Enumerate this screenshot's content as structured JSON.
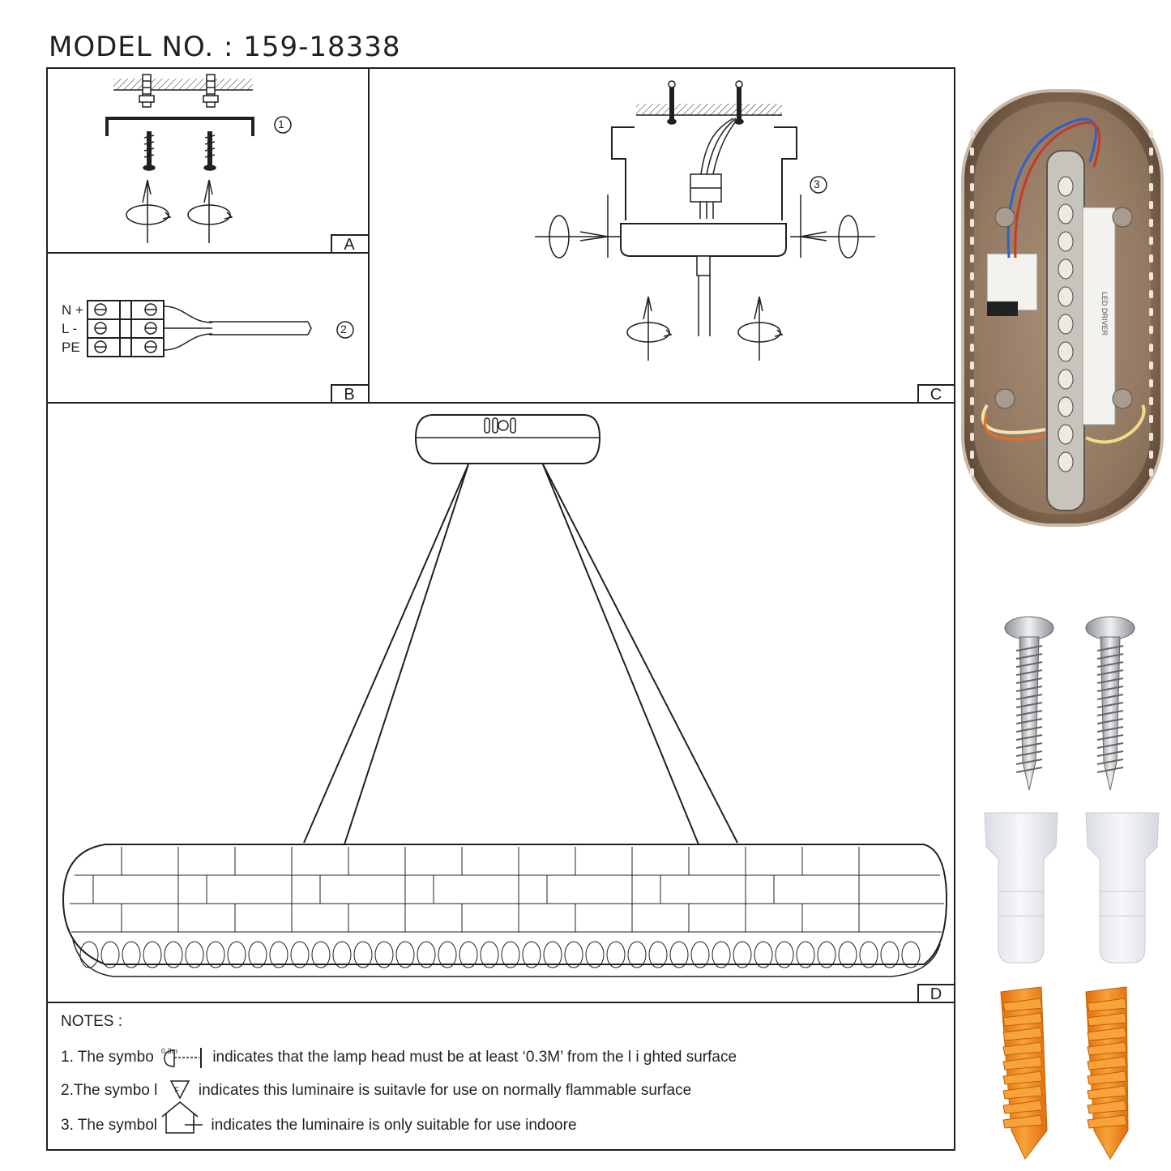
{
  "title": "MODEL NO. : 159-18338",
  "panels": {
    "a": {
      "label": "A",
      "step": "1"
    },
    "b": {
      "label": "B",
      "step": "2",
      "terminals": [
        "N +",
        "L -",
        "PE"
      ]
    },
    "c": {
      "label": "C",
      "step": "3"
    },
    "d": {
      "label": "D"
    }
  },
  "notes": {
    "heading": "NOTES :",
    "note1_start": "1. The symbo",
    "note1_symbol": "0.3m",
    "note1_end": "indicates that the lamp head must be at least ‘0.3M’ from the l i ghted surface",
    "note2_start": "2.The symbo l",
    "note2_symbol": "F",
    "note2_end": "indicates this luminaire is suitavle for use on normally flammable surface",
    "note3_start": "3. The symbol",
    "note3_end": "indicates the luminaire is only suitable for use indoore"
  },
  "driver_label": "LED DRIVER",
  "colors": {
    "line": "#231f20",
    "orange_anchor": "#f08a1c",
    "metal": "#b8bcc0",
    "base_brown": "#8b6f55"
  }
}
